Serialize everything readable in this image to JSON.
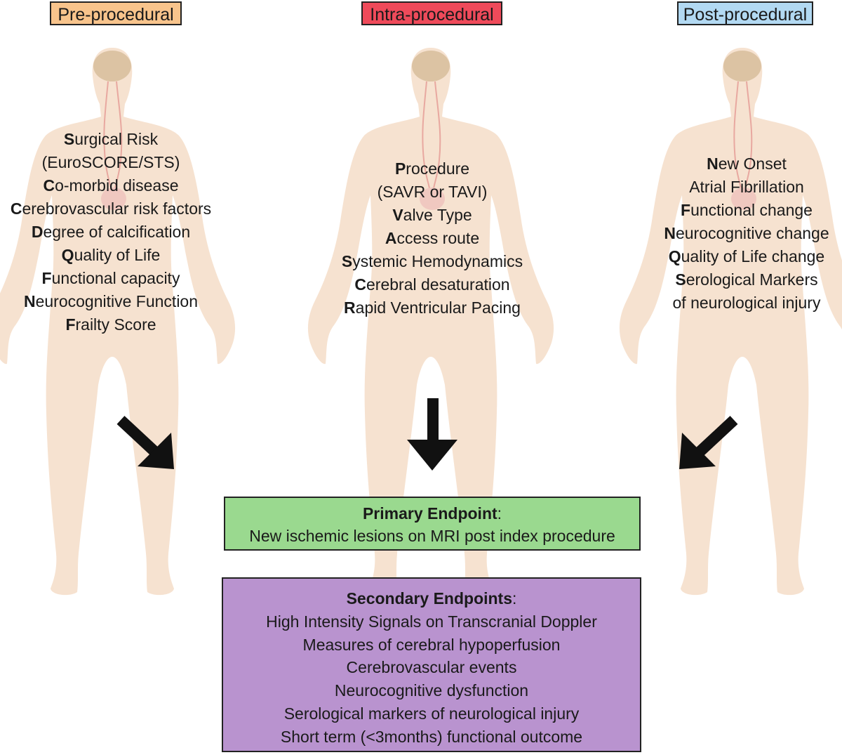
{
  "colors": {
    "pre_label_bg": "#f8c48c",
    "intra_label_bg": "#ef4a5a",
    "post_label_bg": "#b2d9f2",
    "body_fill": "#f6e2d0",
    "brain_fill": "#dcc3a3",
    "vessel_stroke": "#e8a8a0",
    "primary_bg": "#9ad98f",
    "secondary_bg": "#b993cf",
    "arrow": "#111111"
  },
  "columns": {
    "pre": {
      "label": "Pre-procedural",
      "items": [
        {
          "initial": "S",
          "rest": "urgical Risk"
        },
        {
          "initial": "",
          "rest": "(EuroSCORE/STS)"
        },
        {
          "initial": "C",
          "rest": "o-morbid disease"
        },
        {
          "initial": "C",
          "rest": "erebrovascular risk factors"
        },
        {
          "initial": "D",
          "rest": "egree of calcification"
        },
        {
          "initial": "Q",
          "rest": "uality of Life"
        },
        {
          "initial": "F",
          "rest": "unctional capacity"
        },
        {
          "initial": "N",
          "rest": "eurocognitive Function"
        },
        {
          "initial": "F",
          "rest": "railty Score"
        }
      ]
    },
    "intra": {
      "label": "Intra-procedural",
      "items": [
        {
          "initial": "P",
          "rest": "rocedure"
        },
        {
          "initial": "",
          "rest": "(SAVR or TAVI)"
        },
        {
          "initial": "V",
          "rest": "alve Type"
        },
        {
          "initial": "A",
          "rest": "ccess route"
        },
        {
          "initial": "S",
          "rest": "ystemic Hemodynamics"
        },
        {
          "initial": "C",
          "rest": "erebral desaturation"
        },
        {
          "initial": "R",
          "rest": "apid Ventricular Pacing"
        }
      ]
    },
    "post": {
      "label": "Post-procedural",
      "items": [
        {
          "initial": "N",
          "rest": "ew Onset"
        },
        {
          "initial": "",
          "rest": "Atrial Fibrillation"
        },
        {
          "initial": "F",
          "rest": "unctional change"
        },
        {
          "initial": "N",
          "rest": "eurocognitive change"
        },
        {
          "initial": "Q",
          "rest": "uality of Life change"
        },
        {
          "initial": "S",
          "rest": "erological Markers"
        },
        {
          "initial": "",
          "rest": "of neurological injury"
        }
      ]
    }
  },
  "primary": {
    "title": "Primary Endpoint",
    "suffix": ":",
    "text": "New ischemic lesions on MRI post index procedure"
  },
  "secondary": {
    "title": "Secondary Endpoints",
    "suffix": ":",
    "items": [
      "High Intensity Signals on Transcranial Doppler",
      "Measures of cerebral hypoperfusion",
      "Cerebrovascular events",
      "Neurocognitive dysfunction",
      "Serological markers of neurological injury",
      "Short term (<3months) functional outcome"
    ]
  }
}
